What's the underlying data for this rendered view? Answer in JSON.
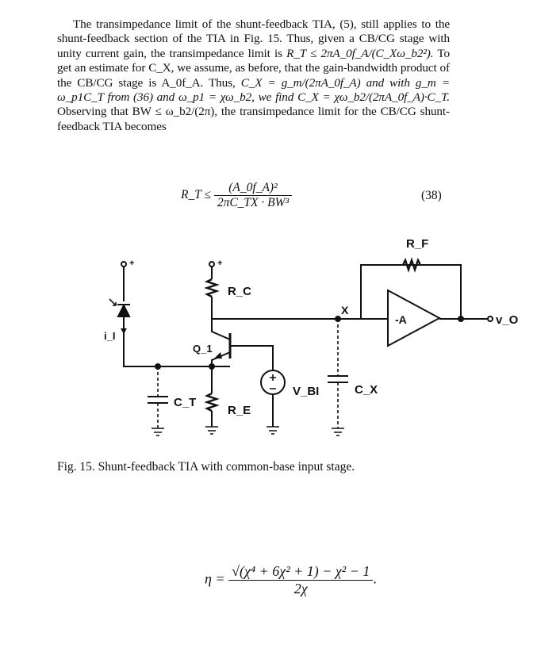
{
  "paragraph": {
    "s1": "The transimpedance limit of the shunt-feedback TIA, (5), still applies to the shunt-feedback section of the TIA in Fig. 15. Thus, given a CB/CG stage with unity current gain, the transimpedance limit is",
    "expr1": "R_T ≤ 2πA_0f_A/(C_Xω_b2²).",
    "s2": "To get an estimate for C_X, we assume, as before, that the gain-bandwidth product of the CB/CG stage is A_0f_A. Thus,",
    "expr2": "C_X = g_m/(2πA_0f_A) and with g_m = ω_p1C_T from (36) and ω_p1 = χω_b2, we find C_X = χω_b2/(2πA_0f_A)·C_T.",
    "s3": "Observing that BW ≤ ω_b2/(2π), the transimpedance limit for the CB/CG shunt-feedback TIA becomes"
  },
  "equation38": {
    "lhs": "R_T ≤",
    "numerator": "(A_0f_A)²",
    "denominator": "2πC_TX · BW³",
    "number": "(38)"
  },
  "circuit": {
    "labels": {
      "rf": "R_F",
      "rc": "R_C",
      "q1": "Q_1",
      "re": "R_E",
      "ct": "C_T",
      "ii": "i_I",
      "vbi": "V_BI",
      "cx": "C_X",
      "x": "X",
      "amp": "-A",
      "vo": "v_O",
      "plus1": "+",
      "plus2": "+"
    }
  },
  "caption": "Fig. 15. Shunt-feedback TIA with common-base input stage.",
  "equation_eta": {
    "lhs": "η =",
    "numerator": "√(χ⁴ + 6χ² + 1) − χ² − 1",
    "denominator": "2χ",
    "trail": "."
  }
}
